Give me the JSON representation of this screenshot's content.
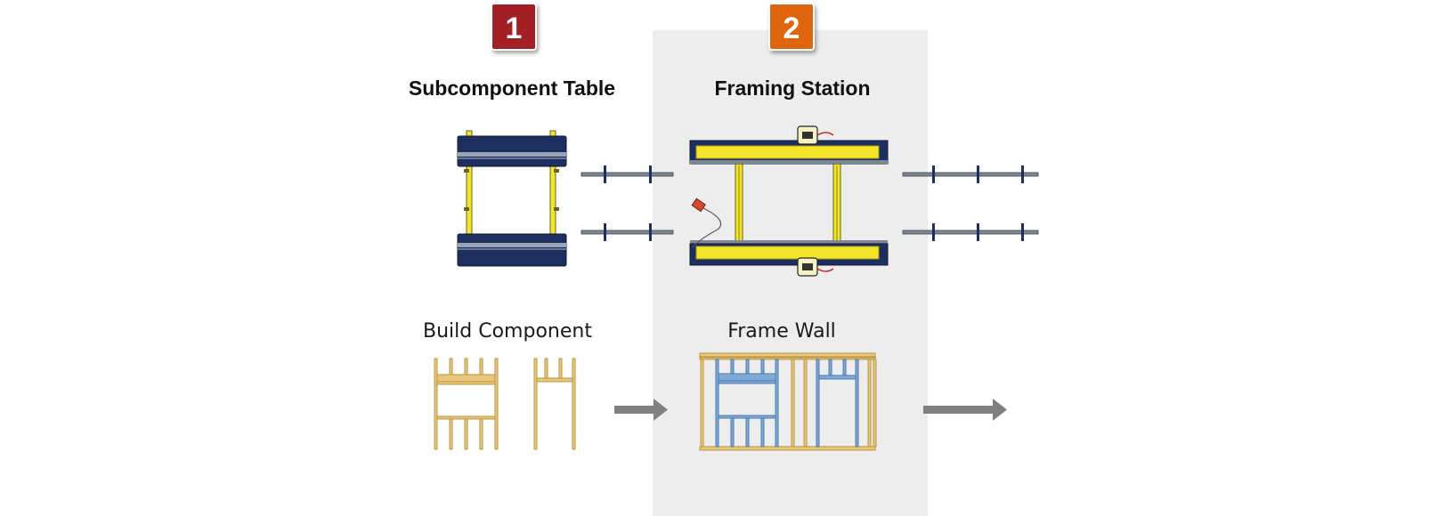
{
  "stations": [
    {
      "number": "1",
      "title": "Subcomponent Table",
      "step_label": "Build Component",
      "badge_color": "#a31f24"
    },
    {
      "number": "2",
      "title": "Framing Station",
      "step_label": "Frame Wall",
      "badge_color": "#e0650f"
    }
  ],
  "colors": {
    "table_navy": "#1c2f5e",
    "rail_yellow": "#f3e52a",
    "lumber": "#e8c77a",
    "lumber_outline": "#b99542",
    "framed_blue": "#7fa9d6",
    "arrow_gray": "#808080",
    "station_bg": "#ededed"
  },
  "icons": [
    "subcomponent-table-icon",
    "framing-station-icon",
    "conveyor-icon",
    "component-frame-icon",
    "wall-frame-icon",
    "flow-arrow-icon"
  ]
}
